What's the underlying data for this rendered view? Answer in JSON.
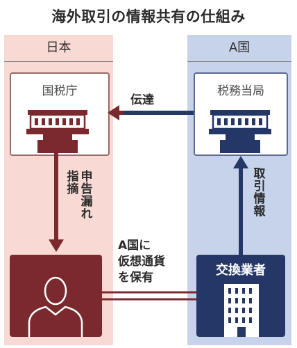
{
  "title": "海外取引の情報共有の仕組み",
  "regions": {
    "left": "日本",
    "right": "A国"
  },
  "nodes": {
    "nta": "国税庁",
    "tax_authority": "税務当局",
    "exchange": "交換業者"
  },
  "edges": {
    "transfer": "伝達",
    "trade_info": "取引情報",
    "pointed_out": "指摘",
    "undeclared": "申告漏れ",
    "holds_crypto": "A国に\n仮想通貨\nを保有"
  },
  "colors": {
    "left_region": "#f8d9d3",
    "right_region": "#c7d3ea",
    "maroon": "#7a2a2e",
    "navy": "#243766"
  }
}
